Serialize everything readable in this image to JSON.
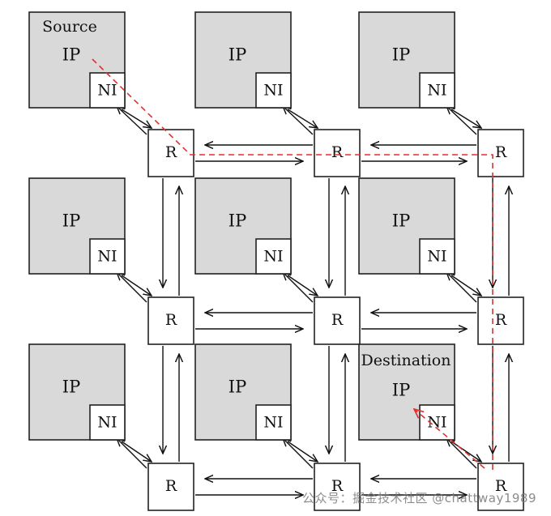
{
  "colors": {
    "ip_fill": "#d9d9d9",
    "route": "#e03030",
    "stroke": "#222222"
  },
  "labels": {
    "ip": "IP",
    "ni": "NI",
    "router": "R",
    "source": "Source",
    "destination": "Destination"
  },
  "grid": {
    "rows": 3,
    "cols": 3
  },
  "nodes": [
    {
      "id": "0-0",
      "row": 0,
      "col": 0,
      "ip": "IP",
      "ni": "NI",
      "router": "R",
      "tag": "Source"
    },
    {
      "id": "0-1",
      "row": 0,
      "col": 1,
      "ip": "IP",
      "ni": "NI",
      "router": "R"
    },
    {
      "id": "0-2",
      "row": 0,
      "col": 2,
      "ip": "IP",
      "ni": "NI",
      "router": "R"
    },
    {
      "id": "1-0",
      "row": 1,
      "col": 0,
      "ip": "IP",
      "ni": "NI",
      "router": "R"
    },
    {
      "id": "1-1",
      "row": 1,
      "col": 1,
      "ip": "IP",
      "ni": "NI",
      "router": "R"
    },
    {
      "id": "1-2",
      "row": 1,
      "col": 2,
      "ip": "IP",
      "ni": "NI",
      "router": "R"
    },
    {
      "id": "2-0",
      "row": 2,
      "col": 0,
      "ip": "IP",
      "ni": "NI",
      "router": "R"
    },
    {
      "id": "2-1",
      "row": 2,
      "col": 1,
      "ip": "IP",
      "ni": "NI",
      "router": "R"
    },
    {
      "id": "2-2",
      "row": 2,
      "col": 2,
      "ip": "IP",
      "ni": "NI",
      "router": "R",
      "tag": "Destination"
    }
  ],
  "route": {
    "from": "0-0",
    "to": "2-2",
    "path": [
      "0-0",
      "0-1",
      "0-2",
      "1-2",
      "2-2"
    ],
    "style": "dashed"
  },
  "watermark": "公众号：掘金技术社区 @chattway1989"
}
